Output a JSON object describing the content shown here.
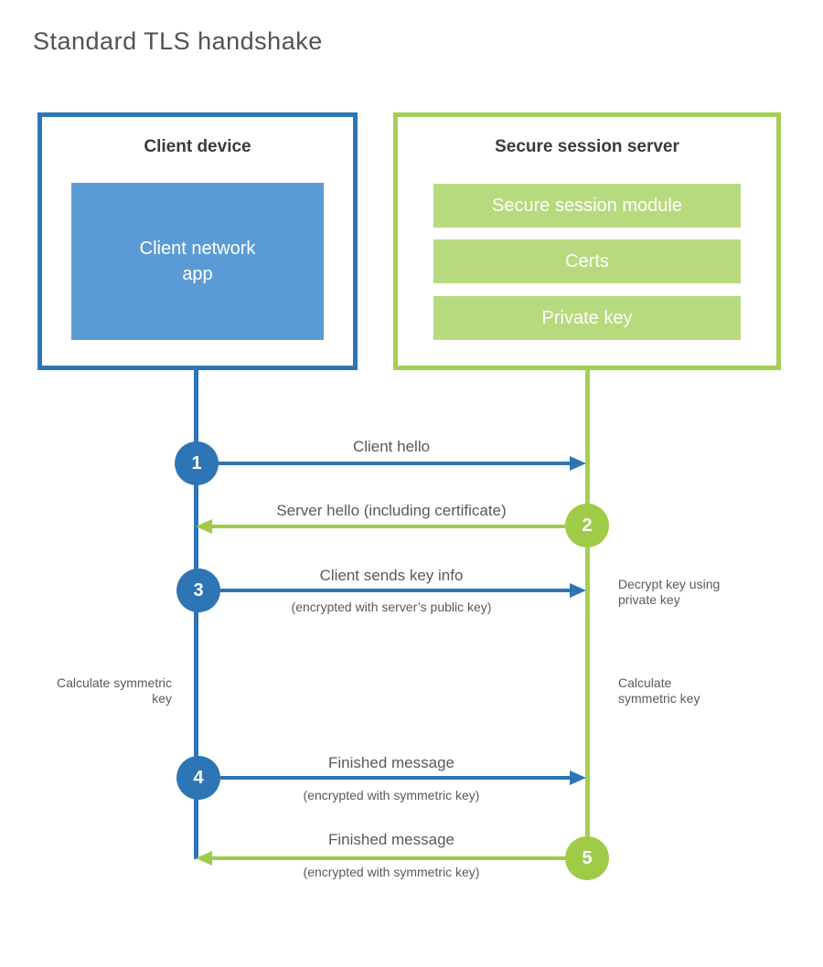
{
  "title": "Standard TLS handshake",
  "colors": {
    "blue_stroke": "#2e75b5",
    "blue_fill": "#5b9bd5",
    "green_stroke": "#9fcb49",
    "green_fill": "#b7da7e",
    "text": "#595959",
    "heading": "#3a3a3a"
  },
  "client": {
    "header": "Client device",
    "app_label": "Client network\napp"
  },
  "server": {
    "header": "Secure session server",
    "modules": [
      "Secure session module",
      "Certs",
      "Private key"
    ]
  },
  "steps": [
    {
      "num": "1",
      "label": "Client hello",
      "sublabel": "",
      "direction": "right",
      "color": "blue"
    },
    {
      "num": "2",
      "label": "Server hello (including certificate)",
      "sublabel": "",
      "direction": "left",
      "color": "green"
    },
    {
      "num": "3",
      "label": "Client sends key info",
      "sublabel": "(encrypted with server’s public key)",
      "direction": "right",
      "color": "blue"
    },
    {
      "num": "4",
      "label": "Finished message",
      "sublabel": "(encrypted with symmetric key)",
      "direction": "right",
      "color": "blue"
    },
    {
      "num": "5",
      "label": "Finished message",
      "sublabel": "(encrypted with symmetric key)",
      "direction": "left",
      "color": "green"
    }
  ],
  "notes": {
    "decrypt": "Decrypt key using private key",
    "calc_left": "Calculate symmetric key",
    "calc_right": "Calculate symmetric key"
  }
}
